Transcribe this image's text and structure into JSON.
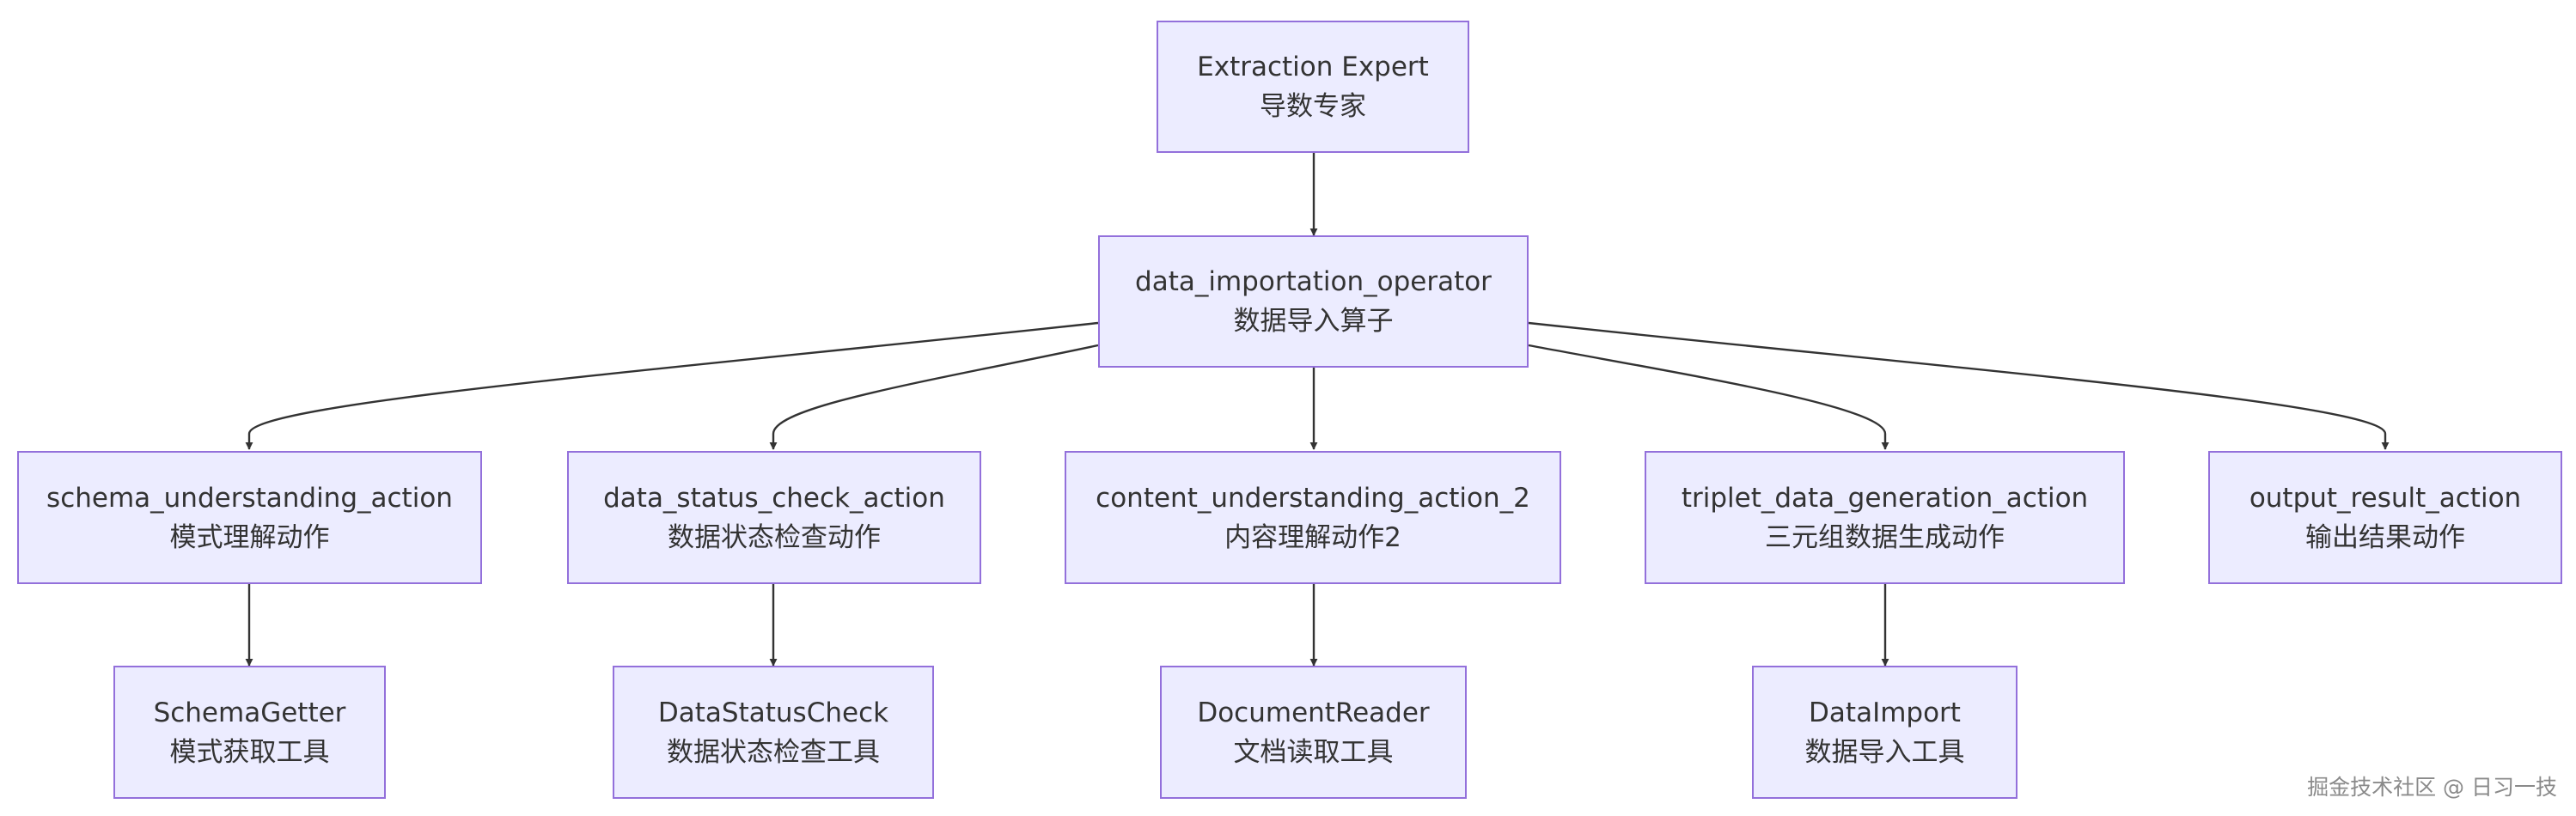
{
  "nodes": {
    "expert": {
      "title": "Extraction Expert",
      "subtitle": "导数专家"
    },
    "operator": {
      "title": "data_importation_operator",
      "subtitle": "数据导入算子"
    },
    "schema_action": {
      "title": "schema_understanding_action",
      "subtitle": "模式理解动作"
    },
    "status_action": {
      "title": "data_status_check_action",
      "subtitle": "数据状态检查动作"
    },
    "content_action": {
      "title": "content_understanding_action_2",
      "subtitle": "内容理解动作2"
    },
    "triplet_action": {
      "title": "triplet_data_generation_action",
      "subtitle": "三元组数据生成动作"
    },
    "output_action": {
      "title": "output_result_action",
      "subtitle": "输出结果动作"
    },
    "schema_tool": {
      "title": "SchemaGetter",
      "subtitle": "模式获取工具"
    },
    "status_tool": {
      "title": "DataStatusCheck",
      "subtitle": "数据状态检查工具"
    },
    "reader_tool": {
      "title": "DocumentReader",
      "subtitle": "文档读取工具"
    },
    "import_tool": {
      "title": "DataImport",
      "subtitle": "数据导入工具"
    }
  },
  "edges": [
    {
      "from": "expert",
      "to": "operator"
    },
    {
      "from": "operator",
      "to": "schema_action"
    },
    {
      "from": "operator",
      "to": "status_action"
    },
    {
      "from": "operator",
      "to": "content_action"
    },
    {
      "from": "operator",
      "to": "triplet_action"
    },
    {
      "from": "operator",
      "to": "output_action"
    },
    {
      "from": "schema_action",
      "to": "schema_tool"
    },
    {
      "from": "status_action",
      "to": "status_tool"
    },
    {
      "from": "content_action",
      "to": "reader_tool"
    },
    {
      "from": "triplet_action",
      "to": "import_tool"
    }
  ],
  "watermark": "掘金技术社区 @ 日习一技",
  "colors": {
    "node_fill": "#ECECFF",
    "node_border": "#9370DB",
    "edge": "#333333",
    "text": "#333333"
  }
}
